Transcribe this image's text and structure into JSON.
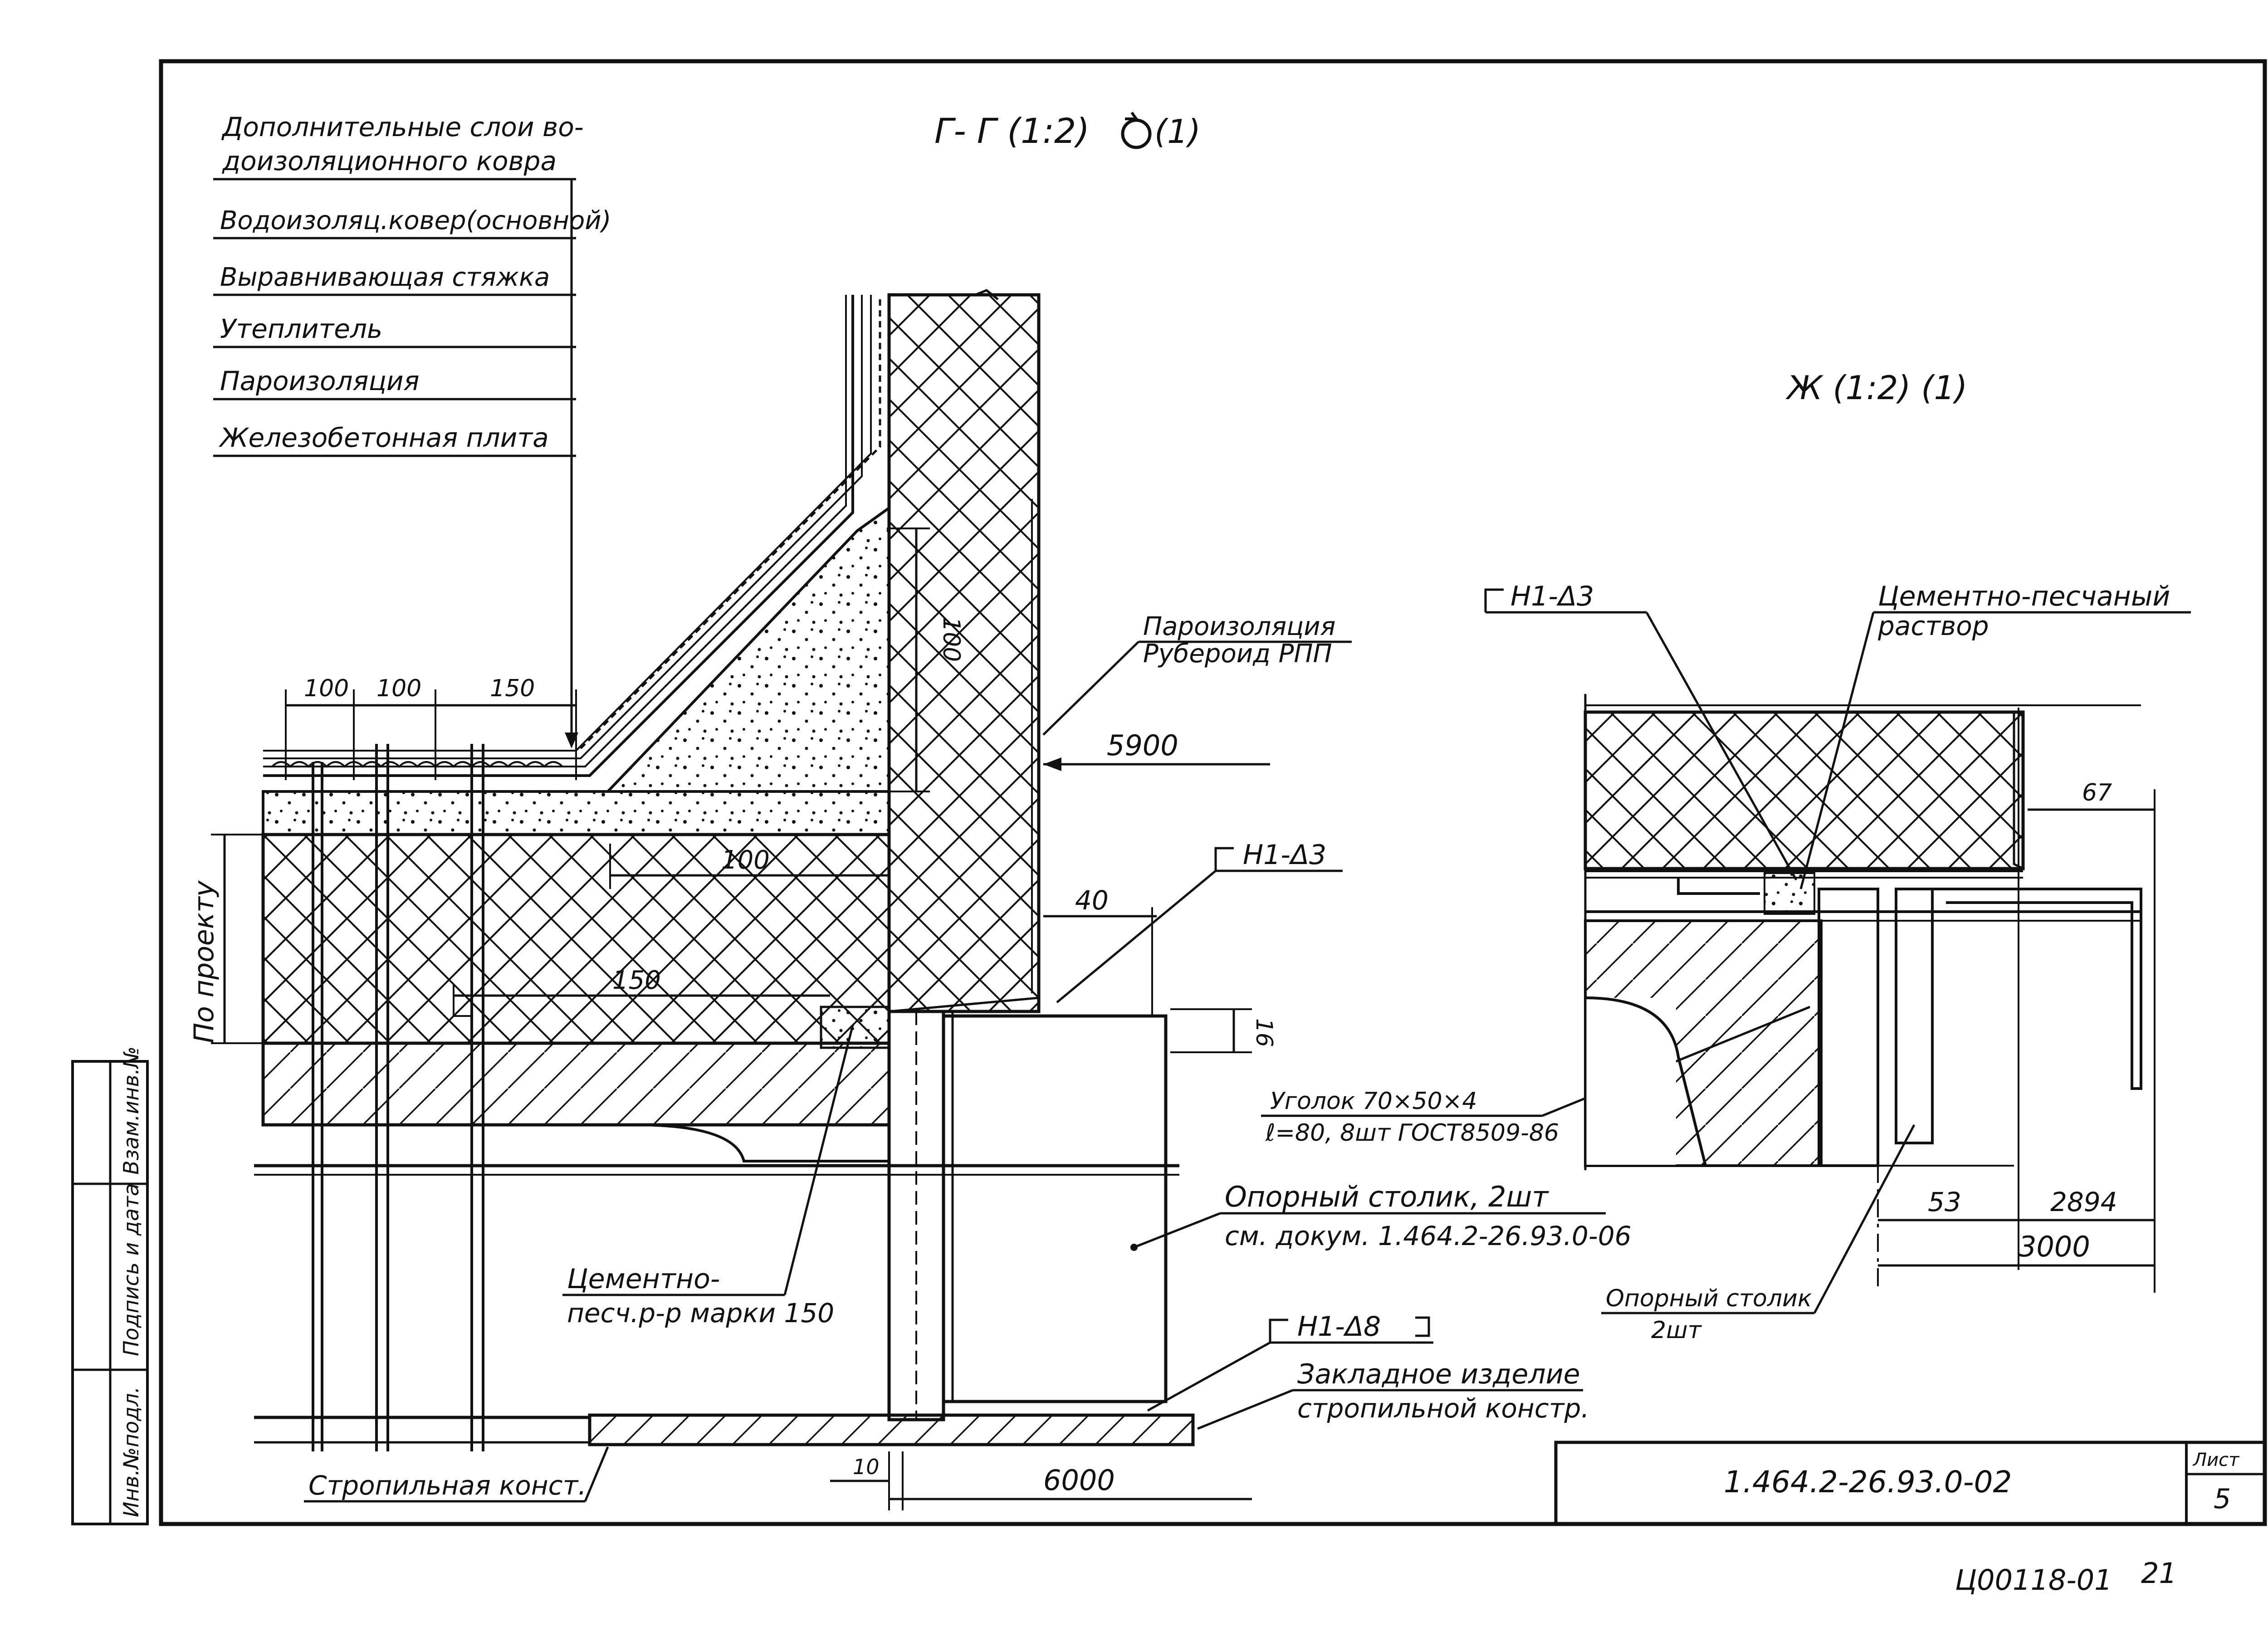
{
  "sections": {
    "gg_title": "Г- Г  (1:2)",
    "gg_scale_ref": "(1)",
    "zh_title": "Ж  (1:2) (1)"
  },
  "layers": [
    "Дополнительные слои во-",
    "доизоляционного ковра",
    "Водоизоляц.ковер(основной)",
    "Выравнивающая стяжка",
    "Утеплитель",
    "Пароизоляция",
    "Железобетонная плита"
  ],
  "labels": {
    "vapor_barrier_1": "Пароизоляция",
    "vapor_barrier_2": "Рубероид РПП",
    "po_proektu": "По проекту",
    "weld_gg": "Н1-Δ3",
    "weld_lower": "Н1-Δ8",
    "weld_zh": "Н1-Δ3",
    "angle_1": "Уголок 70×50×4",
    "angle_2": "ℓ=80, 8шт ГОСТ8509-86",
    "support_1": "Опорный столик, 2шт",
    "support_2": "см. докум. 1.464.2-26.93.0-06",
    "cement_gg_1": "Цементно-",
    "cement_gg_2": "песч.р-р марки 150",
    "embedded_1": "Закладное изделие",
    "embedded_2": "стропильной констр.",
    "rafter": "Стропильная конст.",
    "cement_zh_1": "Цементно-песчаный",
    "cement_zh_2": "раствор",
    "support_zh_1": "Опорный столик",
    "support_zh_2": "2шт"
  },
  "dimensions": {
    "d100a": "100",
    "d100b": "100",
    "d150top": "150",
    "d100vert": "100",
    "d100mid": "100",
    "d150mid": "150",
    "d5900": "5900",
    "d40": "40",
    "d16": "16",
    "d10": "10",
    "d6000": "6000",
    "d67": "67",
    "d53": "53",
    "d2894": "2894",
    "d3000": "3000"
  },
  "side_stamp": {
    "inv_no": "Инв.№подл.",
    "sign_date": "Подпись и дата",
    "replace_inv": "Взам.инв.№"
  },
  "title_block": {
    "doc_code": "1.464.2-26.93.0-02",
    "sheet_label": "Лист",
    "sheet_no": "5"
  },
  "footer": {
    "archive_code": "Ц00118-01",
    "page": "21"
  }
}
